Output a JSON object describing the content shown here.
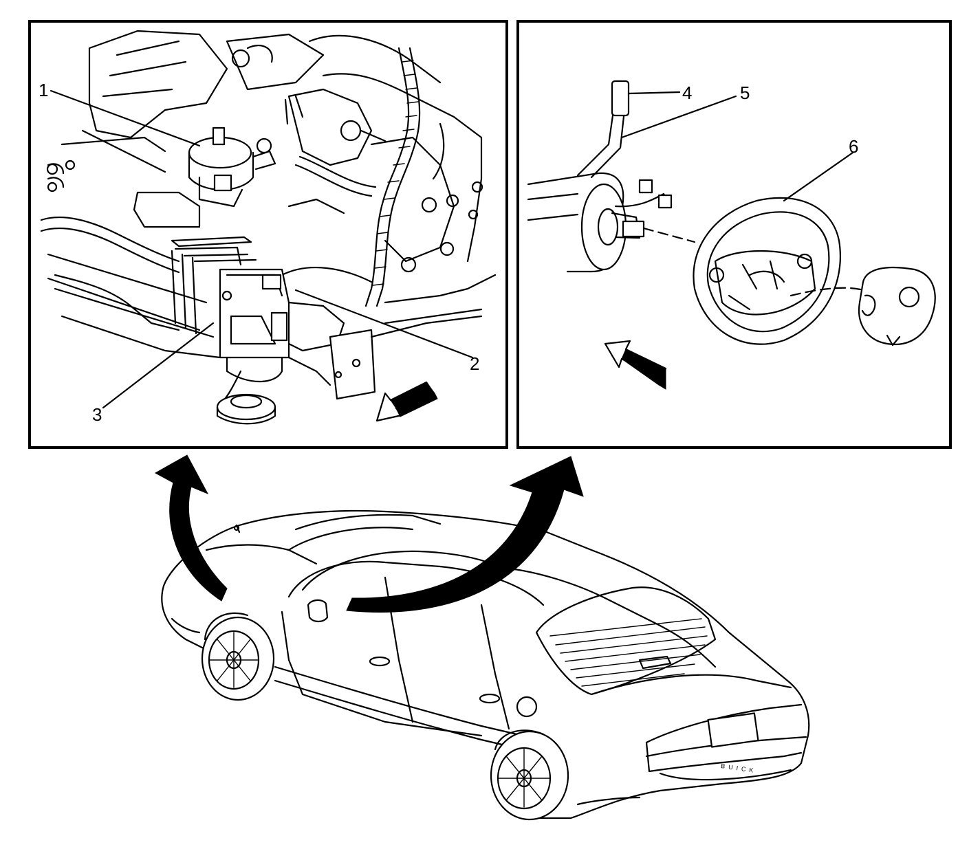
{
  "figure": {
    "panels": {
      "left": {
        "callouts": {
          "c1": "1",
          "c2": "2",
          "c3": "3"
        }
      },
      "right": {
        "callouts": {
          "c4": "4",
          "c5": "5",
          "c6": "6"
        }
      }
    },
    "vehicle": {
      "badge_text": "BUICK"
    },
    "arrow_icons": [
      "curved-arrow-icon",
      "direction-arrow-icon"
    ],
    "colors": {
      "ink": "#000000",
      "background": "#ffffff"
    }
  }
}
